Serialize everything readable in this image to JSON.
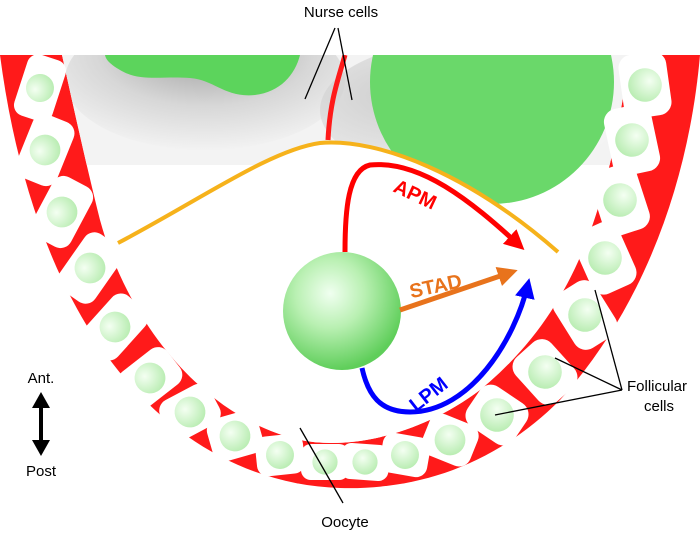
{
  "labels": {
    "nurse_cells": "Nurse cells",
    "oocyte": "Oocyte",
    "follicular_line1": "Follicular",
    "follicular_line2": "cells",
    "axis_top": "Ant.",
    "axis_bottom": "Post"
  },
  "arrows": [
    {
      "name": "APM",
      "color": "#ff0000"
    },
    {
      "name": "STAD",
      "color": "#e8731c"
    },
    {
      "name": "LPM",
      "color": "#0000ff"
    }
  ],
  "colors": {
    "follicle_membrane": "#ff1a1a",
    "cell_body": "#ffffff",
    "nucleus_light": "#e8fbe4",
    "nucleus_dark": "#7ed67a",
    "boundary_line": "#f6b21b",
    "leader_line": "#000000"
  },
  "icons": {
    "axis": "double-arrow-vertical-icon"
  }
}
